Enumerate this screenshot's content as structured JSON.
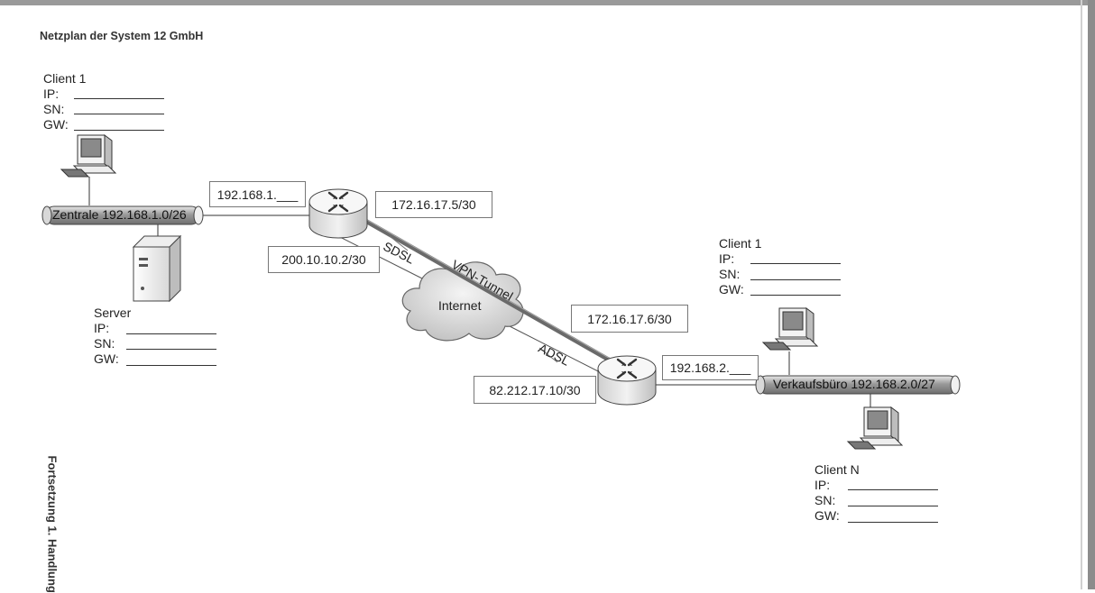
{
  "title": "Netzplan der System 12 GmbH",
  "side_text": "Fortsetzung 1. Handlung",
  "left_network": {
    "segment_label": "Zentrale 192.168.1.0/26",
    "client": {
      "name": "Client 1",
      "fields": [
        "IP:",
        "SN:",
        "GW:"
      ]
    },
    "server": {
      "name": "Server",
      "fields": [
        "IP:",
        "SN:",
        "GW:"
      ]
    },
    "router_lan_ip": "192.168.1.___",
    "router_tunnel_ip": "172.16.17.5/30",
    "router_wan_ip": "200.10.10.2/30",
    "link_label": "SDSL"
  },
  "internet": {
    "cloud_label": "Internet",
    "tunnel_label": "VPN-Tunnel"
  },
  "right_network": {
    "segment_label": "Verkaufsbüro 192.168.2.0/27",
    "client1": {
      "name": "Client 1",
      "fields": [
        "IP:",
        "SN:",
        "GW:"
      ]
    },
    "clientN": {
      "name": "Client N",
      "fields": [
        "IP:",
        "SN:",
        "GW:"
      ]
    },
    "router_lan_ip": "192.168.2.___",
    "router_tunnel_ip": "172.16.17.6/30",
    "router_wan_ip": "82.212.17.10/30",
    "link_label": "ADSL"
  }
}
